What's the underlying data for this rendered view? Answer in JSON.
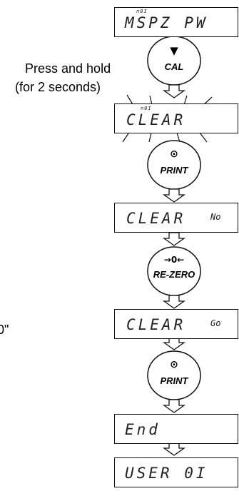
{
  "side_text": {
    "press_and_hold": "Press and hold",
    "for_two_seconds": "(for 2 seconds)",
    "quote_fragment": "0\""
  },
  "displays": [
    {
      "main": "MSPZ PW",
      "small": "n0I"
    },
    {
      "main": "CLEAR",
      "small": "n0I"
    },
    {
      "main": "CLEAR",
      "small": "No"
    },
    {
      "main": "CLEAR",
      "small": "Go"
    },
    {
      "main": "End",
      "small": ""
    },
    {
      "main": "USER 0I",
      "small": ""
    }
  ],
  "keys": {
    "cal": {
      "label": "CAL",
      "symbol": "▼"
    },
    "print1": {
      "label": "PRINT",
      "symbol": "⊙"
    },
    "rezero": {
      "label": "RE-ZERO",
      "symbol": "→0←"
    },
    "print2": {
      "label": "PRINT",
      "symbol": "⊙"
    }
  }
}
